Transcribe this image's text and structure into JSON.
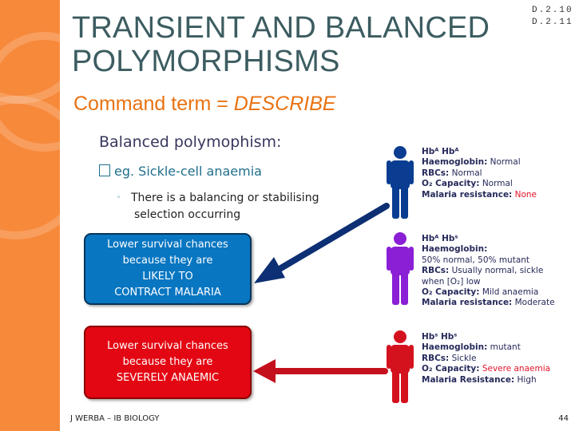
{
  "slide": {
    "title_line1": "TRANSIENT AND BALANCED",
    "title_line2": "POLYMORPHISMS",
    "ref_line1": "D.2.10",
    "ref_line2": "D.2.11",
    "command_prefix": "Command term = ",
    "command_term": "DESCRIBE",
    "section_title": "Balanced polymophism:",
    "example": "eg. Sickle-cell anaemia",
    "sub_bullet_line1": "There is a balancing or stabilising",
    "sub_bullet_line2": "selection occurring",
    "footer": "J WERBA – IB BIOLOGY",
    "page_number": "44"
  },
  "callouts": {
    "blue": [
      "Lower survival chances",
      "because they are",
      "LIKELY TO",
      "CONTRACT MALARIA"
    ],
    "red": [
      "Lower survival chances",
      "because they are",
      "SEVERELY ANAEMIC"
    ]
  },
  "genotypes": [
    {
      "genotype": "Hbᴬ Hbᴬ",
      "haemoglobin_label": "Haemoglobin:",
      "haemoglobin": "Normal",
      "rbcs_label": "RBCs:",
      "rbcs": "Normal",
      "o2_label": "O₂ Capacity:",
      "o2": "Normal",
      "malaria_label": "Malaria resistance:",
      "malaria": "None",
      "figure_color": "#0a3d91"
    },
    {
      "genotype": "Hbᴬ Hbˢ",
      "haemoglobin_label": "Haemoglobin:",
      "haemoglobin": "50% normal, 50% mutant",
      "rbcs_label": "RBCs:",
      "rbcs": "Usually normal, sickle",
      "rbcs_line2": "when [O₂] low",
      "o2_label": "O₂ Capacity:",
      "o2": "Mild anaemia",
      "malaria_label": "Malaria resistance:",
      "malaria": "Moderate",
      "figure_color": "#8a1fd6"
    },
    {
      "genotype": "Hbˢ Hbˢ",
      "haemoglobin_label": "Haemoglobin:",
      "haemoglobin": "mutant",
      "rbcs_label": "RBCs:",
      "rbcs": "Sickle",
      "o2_label": "O₂ Capacity:",
      "o2": "Severe anaemia",
      "malaria_label": "Malaria Resistance:",
      "malaria": "High",
      "figure_color": "#d4121e"
    }
  ],
  "colors": {
    "accent_band": "#f7893b",
    "title": "#3c5c60",
    "command": "#e87212",
    "blue_callout": "#0876c1",
    "red_callout": "#e30713",
    "blue_arrow": "#0d2f73",
    "red_arrow": "#c4101c"
  }
}
